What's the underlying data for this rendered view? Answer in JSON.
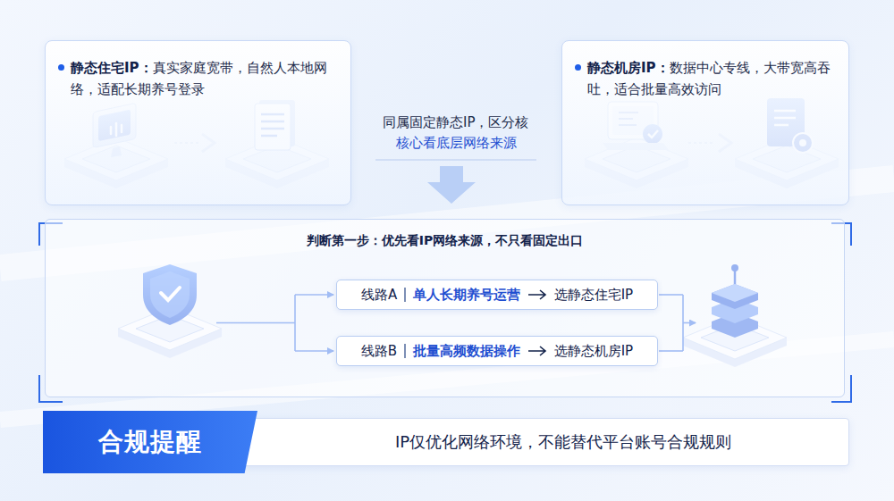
{
  "diagram": {
    "nodes": [
      {
        "text": [
          "静态住宅IP：",
          "真实家庭宽带，自然人本地网络，适配长期养号登录"
        ]
      },
      {
        "text": [
          "静态机房IP：",
          "数据中心专线，大带宽高吞吐，适合批量高效访问"
        ]
      },
      {
        "text": [
          "判断第一步：优先看IP网络来源，不只看固定出口"
        ]
      },
      {
        "text": [
          "线路A",
          "单人长期养号运营",
          "选静态住宅IP"
        ],
        "in": 2
      },
      {
        "text": [
          "线路B",
          "批量高频数据操作",
          "选静态机房IP"
        ],
        "in": 2
      },
      {
        "text": [
          "合规提醒"
        ]
      },
      {
        "text": [
          "IP仅优化网络环境，不能替代平台账号合规规则"
        ]
      }
    ],
    "labels": [
      "同属固定静态IP，区分核",
      "核心看底层网络来源"
    ]
  }
}
